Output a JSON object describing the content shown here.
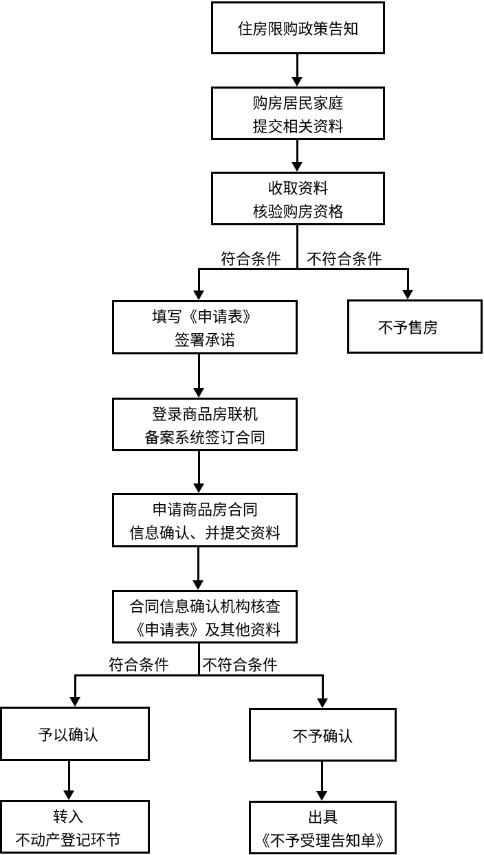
{
  "flowchart": {
    "colors": {
      "line": "#000000",
      "background": "#ffffff",
      "text": "#000000"
    },
    "nodes": {
      "policy_notice": {
        "lines": [
          "住房限购政策告知"
        ]
      },
      "submit_materials": {
        "lines": [
          "购房居民家庭",
          "提交相关资料"
        ]
      },
      "verify_qualification": {
        "lines": [
          "收取资料",
          "核验购房资格"
        ]
      },
      "fill_application": {
        "lines": [
          "填写《申请表》",
          "签署承诺"
        ]
      },
      "no_sale": {
        "lines": [
          "不予售房"
        ]
      },
      "login_system": {
        "lines": [
          "登录商品房联机",
          "备案系统签订合同"
        ]
      },
      "apply_confirmation": {
        "lines": [
          "申请商品房合同",
          "信息确认、并提交资料"
        ]
      },
      "agency_check": {
        "lines": [
          "合同信息确认机构核查",
          "《申请表》及其他资料"
        ]
      },
      "confirm": {
        "lines": [
          "予以确认"
        ]
      },
      "no_confirm": {
        "lines": [
          "不予确认"
        ]
      },
      "transfer_registration": {
        "lines": [
          "转入",
          "不动产登记环节"
        ]
      },
      "issue_notice": {
        "lines": [
          "出具",
          "《不予受理告知单》"
        ]
      }
    },
    "edge_labels": {
      "branch1_yes": "符合条件",
      "branch1_no": "不符合条件",
      "branch2_yes": "符合条件",
      "branch2_no": "不符合条件"
    }
  }
}
